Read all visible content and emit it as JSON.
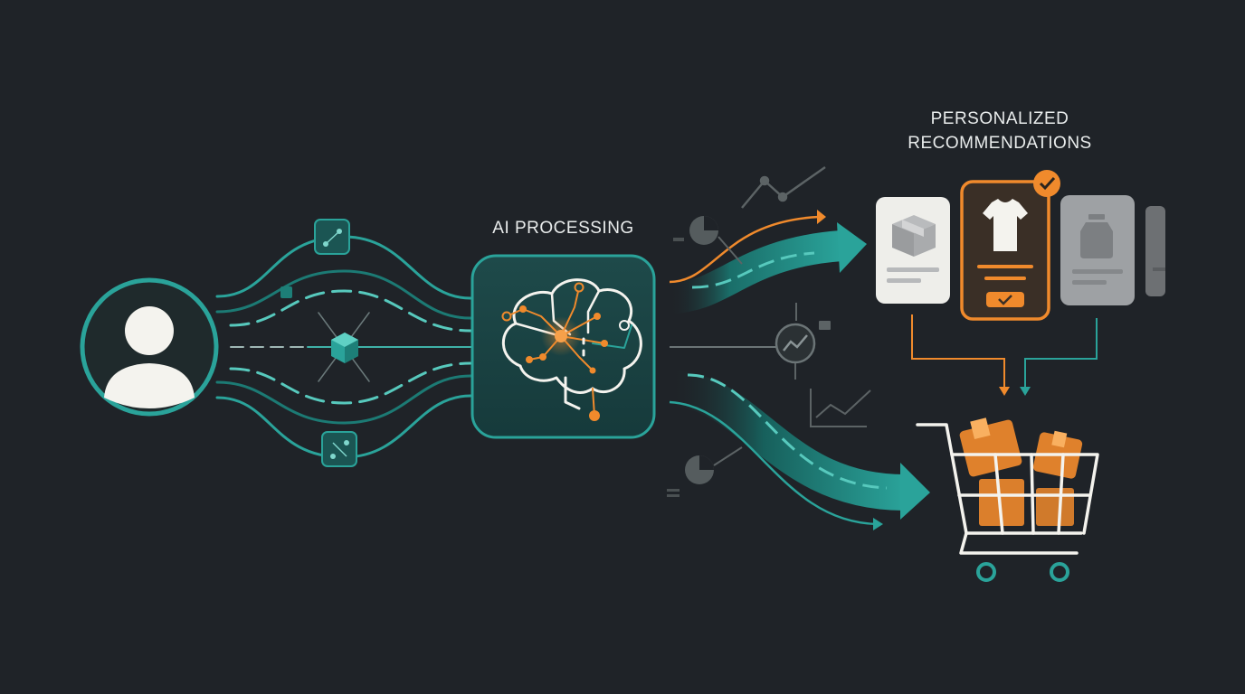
{
  "labels": {
    "ai_processing": "AI PROCESSING",
    "recommendations_line1": "PERSONALIZED",
    "recommendations_line2": "RECOMMENDATIONS"
  },
  "colors": {
    "background": "#1f2328",
    "teal": "#2aa39a",
    "teal_dark": "#17605c",
    "orange": "#f08a2c",
    "card_light": "#eeeeea",
    "card_gray": "#9ea1a4",
    "white_icon": "#f4f3ee"
  },
  "icons": [
    "user-icon",
    "brain-circuit-icon",
    "box-icon",
    "tshirt-icon",
    "bottle-icon",
    "checkmark-icon",
    "shopping-cart-icon",
    "pie-chart-icon",
    "line-chart-icon",
    "cube-icon",
    "network-node-icon"
  ]
}
